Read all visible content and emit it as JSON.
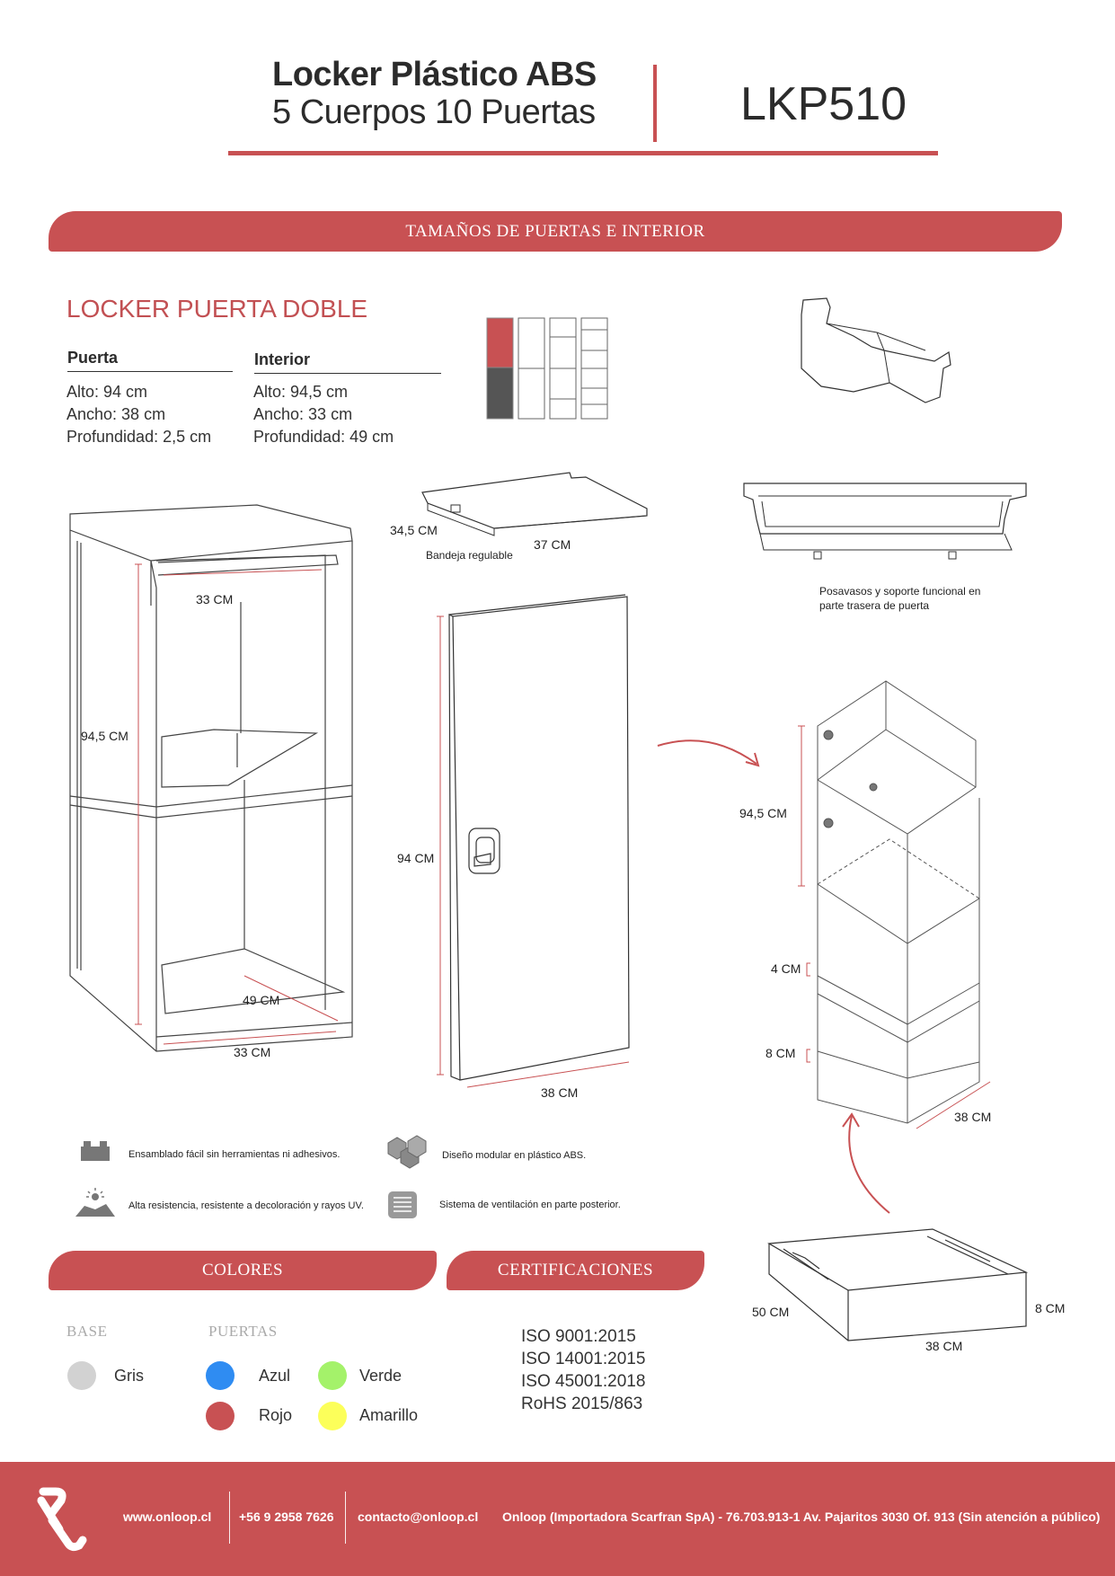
{
  "header": {
    "title_line1": "Locker Plástico ABS",
    "title_line2": "5 Cuerpos 10 Puertas",
    "model": "LKP510",
    "accent_color": "#c85153"
  },
  "sections": {
    "sizes": "TAMAÑOS DE PUERTAS E INTERIOR",
    "colors": "COLORES",
    "certifications": "CERTIFICACIONES"
  },
  "spec": {
    "heading": "LOCKER PUERTA DOBLE",
    "door": {
      "title": "Puerta",
      "lines": [
        "Alto: 94 cm",
        "Ancho: 38 cm",
        "Profundidad: 2,5 cm"
      ]
    },
    "interior": {
      "title": "Interior",
      "lines": [
        "Alto: 94,5 cm",
        "Ancho: 33 cm",
        "Profundidad: 49 cm"
      ]
    }
  },
  "drawings": {
    "shelf": {
      "caption": "Bandeja regulable",
      "depth": "34,5 CM",
      "width": "37 CM"
    },
    "holder": {
      "caption_line1": "Posavasos y soporte funcional en",
      "caption_line2": "parte trasera de puerta"
    },
    "locker": {
      "width_top": "33 CM",
      "height": "94,5 CM",
      "depth": "49 CM",
      "width_bottom": "33 CM"
    },
    "door": {
      "height": "94 CM",
      "width": "38 CM"
    },
    "exploded": {
      "height": "94,5 CM",
      "gap_top": "4 CM",
      "gap_bottom": "8 CM",
      "width": "38 CM"
    },
    "base": {
      "depth": "50 CM",
      "width": "38 CM",
      "height": "8 CM"
    }
  },
  "features": [
    {
      "icon": "blocks-icon",
      "text": "Ensamblado fácil sin herramientas ni adhesivos."
    },
    {
      "icon": "cubes-icon",
      "text": "Diseño modular en plástico ABS."
    },
    {
      "icon": "sun-resistance-icon",
      "text": "Alta resistencia, resistente a decoloración y rayos UV."
    },
    {
      "icon": "ventilation-icon",
      "text": "Sistema de ventilación en parte posterior."
    }
  ],
  "colors": {
    "base_label": "BASE",
    "doors_label": "PUERTAS",
    "base": [
      {
        "name": "Gris",
        "hex": "#d2d2d2"
      }
    ],
    "doors": [
      {
        "name": "Azul",
        "hex": "#2f8cf2"
      },
      {
        "name": "Verde",
        "hex": "#a4f26a"
      },
      {
        "name": "Rojo",
        "hex": "#c85153"
      },
      {
        "name": "Amarillo",
        "hex": "#fcff5a"
      }
    ]
  },
  "certifications": [
    "ISO 9001:2015",
    "ISO 14001:2015",
    "ISO 45001:2018",
    "RoHS 2015/863"
  ],
  "footer": {
    "website": "www.onloop.cl",
    "phone": "+56 9 2958 7626",
    "email": "contacto@onloop.cl",
    "company": "Onloop (Importadora Scarfran SpA) - 76.703.913-1  Av. Pajaritos 3030 Of. 913 (Sin atención a público)"
  }
}
